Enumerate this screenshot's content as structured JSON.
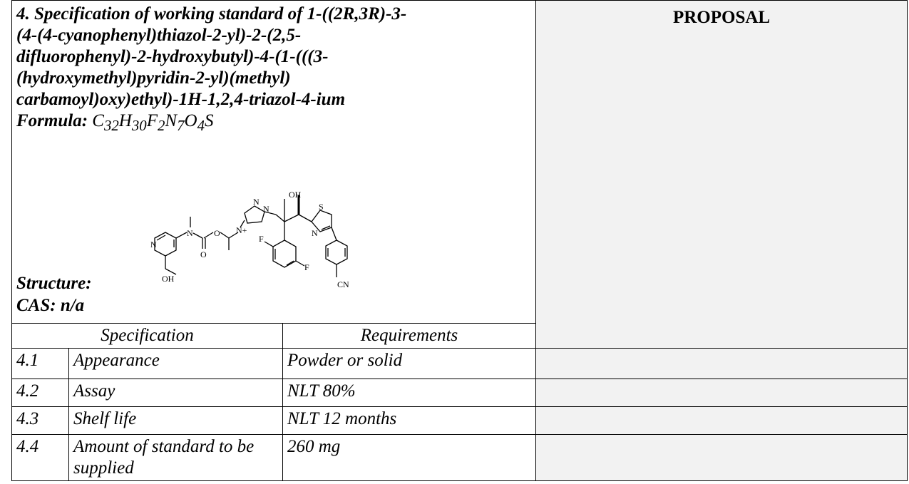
{
  "document": {
    "title": "4. Specification of working standard of 1-((2R,3R)-3-(4-(4-cyanophenyl)thiazol-2-yl)-2-(2,5-difluorophenyl)-2-hydroxybutyl)-4-(1-(((3-(hydroxymethyl)pyridin-2-yl)(methyl) carbamoyl)oxy)ethyl)-1H-1,2,4-triazol-4-ium",
    "title_lines": [
      "4. Specification of working standard of 1-((2R,3R)-3-",
      "(4-(4-cyanophenyl)thiazol-2-yl)-2-(2,5-",
      "difluorophenyl)-2-hydroxybutyl)-4-(1-(((3-",
      "(hydroxymethyl)pyridin-2-yl)(methyl)",
      "carbamoyl)oxy)ethyl)-1H-1,2,4-triazol-4-ium"
    ],
    "formula_label": "Formula:",
    "formula_value": "C32H30F2N7O4S",
    "structure_label": "Structure:",
    "cas_label": "CAS: n/a",
    "proposal_label": "PROPOSAL",
    "structure_atoms": {
      "n": "N",
      "o": "O",
      "oh": "OH",
      "f": "F",
      "s": "S",
      "cn": "CN",
      "nplus": "N+"
    }
  },
  "table": {
    "headers": [
      "Specification",
      "Requirements"
    ],
    "rows": [
      {
        "num": "4.1",
        "spec": "Appearance",
        "req": "Powder or solid"
      },
      {
        "num": "4.2",
        "spec": "Assay",
        "req": "NLT 80%"
      },
      {
        "num": "4.3",
        "spec": "Shelf life",
        "req": "NLT 12 months"
      },
      {
        "num": "4.4",
        "spec": "Amount of standard to be supplied",
        "req": "260 mg"
      }
    ]
  }
}
